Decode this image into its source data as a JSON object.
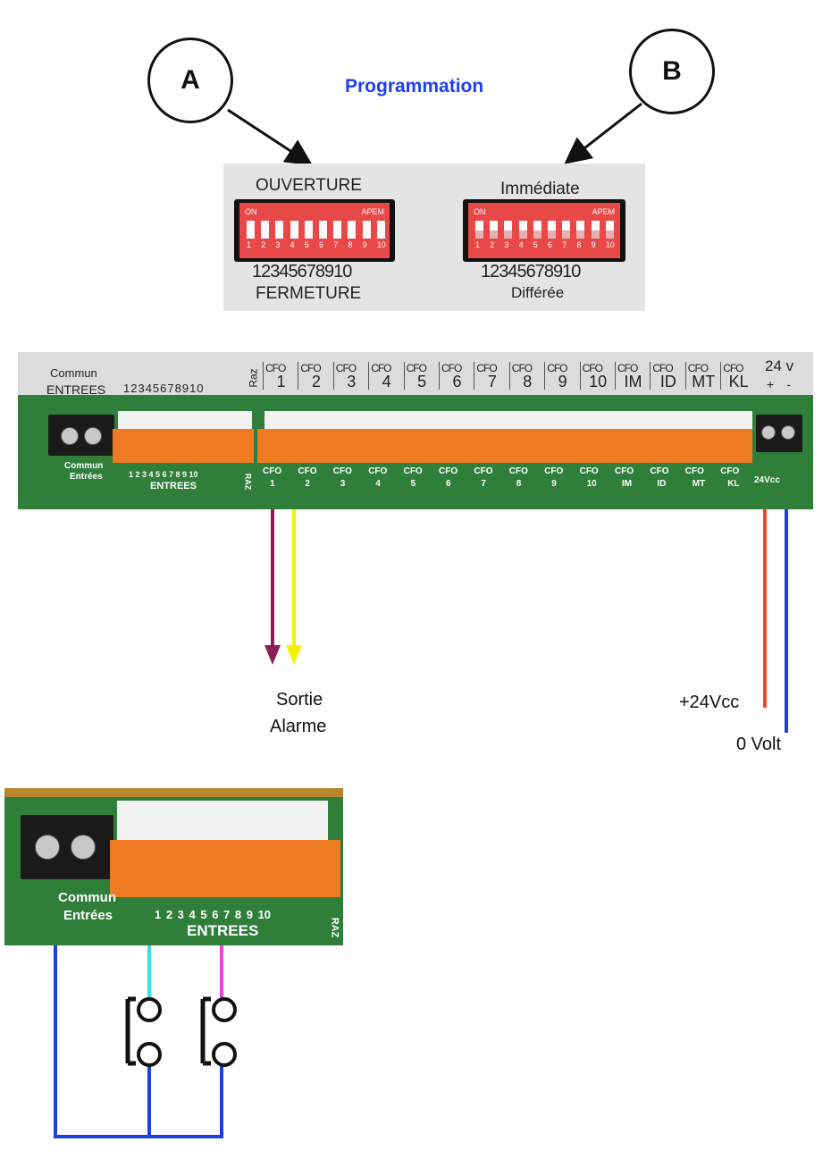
{
  "callouts": {
    "a": "A",
    "b": "B"
  },
  "programming_title": "Programmation",
  "dip_left": {
    "top_label": "OUVERTURE",
    "bottom_label": "FERMETURE",
    "on_text": "ON",
    "brand_text": "APEM",
    "switch_numbers": [
      "1",
      "2",
      "3",
      "4",
      "5",
      "6",
      "7",
      "8",
      "9",
      "10"
    ],
    "digit_row": "12345678910"
  },
  "dip_right": {
    "top_label": "Immédiate",
    "bottom_label": "Différée",
    "on_text": "ON",
    "brand_text": "APEM",
    "switch_numbers": [
      "1",
      "2",
      "3",
      "4",
      "5",
      "6",
      "7",
      "8",
      "9",
      "10"
    ],
    "digit_row": "12345678910"
  },
  "board": {
    "commun_label": "Commun",
    "entrees_label": "ENTREES",
    "entrees_numbers": "12345678910",
    "raz_label": "Raz",
    "cfo_letters": "CFO",
    "output_labels": [
      "1",
      "2",
      "3",
      "4",
      "5",
      "6",
      "7",
      "8",
      "9",
      "10",
      "IM",
      "ID",
      "MT",
      "KL"
    ],
    "power_label": "24 v",
    "plus_minus": "+ -",
    "pcb_commun": "Commun",
    "pcb_entrees": "Entrées",
    "pcb_entrees_numbers": "1 2 3 4 5 6 7 8 9 10",
    "pcb_entrees_caps": "ENTREES",
    "pcb_raz": "RAZ",
    "pcb_24vcc": "24Vcc"
  },
  "captions": {
    "sortie": "Sortie",
    "alarme": "Alarme",
    "plus24": "+24Vcc",
    "zero_volt": "0 Volt"
  },
  "board2": {
    "commun": "Commun",
    "entrees": "Entrées",
    "numbers": "1 2 3 4 5 6 7 8 9 10",
    "entrees_caps": "ENTREES",
    "raz": "RAZ"
  },
  "colors": {
    "title_blue": "#1f3ef0",
    "wire_blue": "#1d3fe0",
    "wire_red": "#f2442a",
    "wire_maroon": "#8b1d52",
    "wire_yellow": "#f3f000",
    "wire_cyan": "#35e0e0",
    "wire_magenta": "#e645d8",
    "pcb_green": "#2f7f3b",
    "terminal_orange": "#ef7a22"
  }
}
